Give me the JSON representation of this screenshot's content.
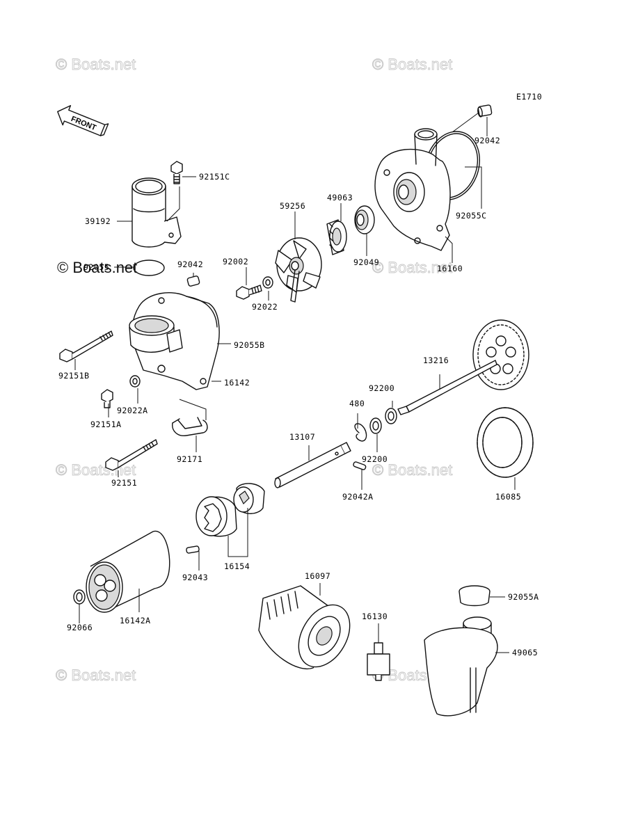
{
  "diagram": {
    "code": "E1710",
    "front_label": "FRONT",
    "watermark": "© Boats.net",
    "parts": [
      "92042",
      "92151C",
      "39192",
      "92055",
      "92042",
      "92002",
      "59256",
      "49063",
      "92055C",
      "92049",
      "16160",
      "92022",
      "92055B",
      "92151B",
      "92022A",
      "16142",
      "92151A",
      "92171",
      "92151",
      "13216",
      "92200",
      "480",
      "13107",
      "92200",
      "92042A",
      "16085",
      "16154",
      "92043",
      "16142A",
      "92066",
      "16097",
      "16130",
      "92055A",
      "49065"
    ]
  }
}
